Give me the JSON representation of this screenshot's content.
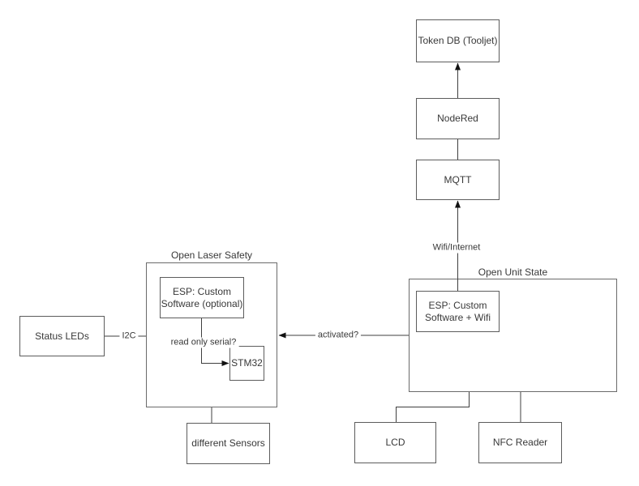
{
  "diagram": {
    "colors": {
      "background": "#ffffff",
      "box_border": "#5c5c5c",
      "container_border": "#6b6b6b",
      "line": "#3f3f3f",
      "arrowhead": "#111111",
      "text": "#383838"
    },
    "nodes": {
      "token_db": {
        "label": "Token DB (Tooljet)"
      },
      "nodered": {
        "label": "NodeRed"
      },
      "mqtt": {
        "label": "MQTT"
      },
      "open_unit_state": {
        "label": "Open Unit State"
      },
      "esp_wifi": {
        "line1": "ESP: Custom",
        "line2": "Software + Wifi"
      },
      "open_laser_safety": {
        "label": "Open Laser Safety"
      },
      "esp_optional": {
        "line1": "ESP: Custom",
        "line2": "Software (optional)"
      },
      "stm32": {
        "label": "STM32"
      },
      "status_leds": {
        "label": "Status LEDs"
      },
      "different_sensors": {
        "label": "different Sensors"
      },
      "lcd": {
        "label": "LCD"
      },
      "nfc_reader": {
        "label": "NFC Reader"
      }
    },
    "edge_labels": {
      "wifi_internet": "Wifi/Internet",
      "activated": "activated?",
      "i2c": "I2C",
      "read_only_serial": "read only serial?"
    }
  }
}
